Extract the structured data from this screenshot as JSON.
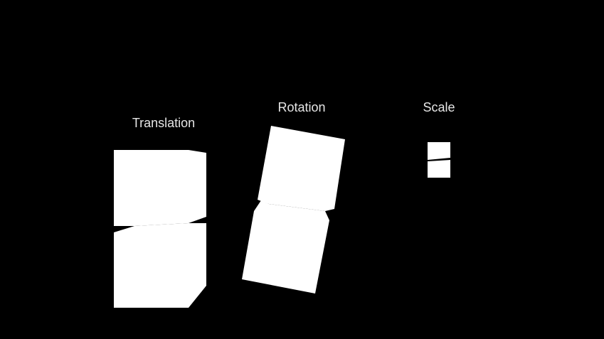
{
  "labels": {
    "translation": "Translation",
    "rotation": "Rotation",
    "scale": "Scale"
  },
  "colors": {
    "background": "#000000",
    "shape_fill": "#ffffff",
    "label_text": "#e6e6e6"
  }
}
